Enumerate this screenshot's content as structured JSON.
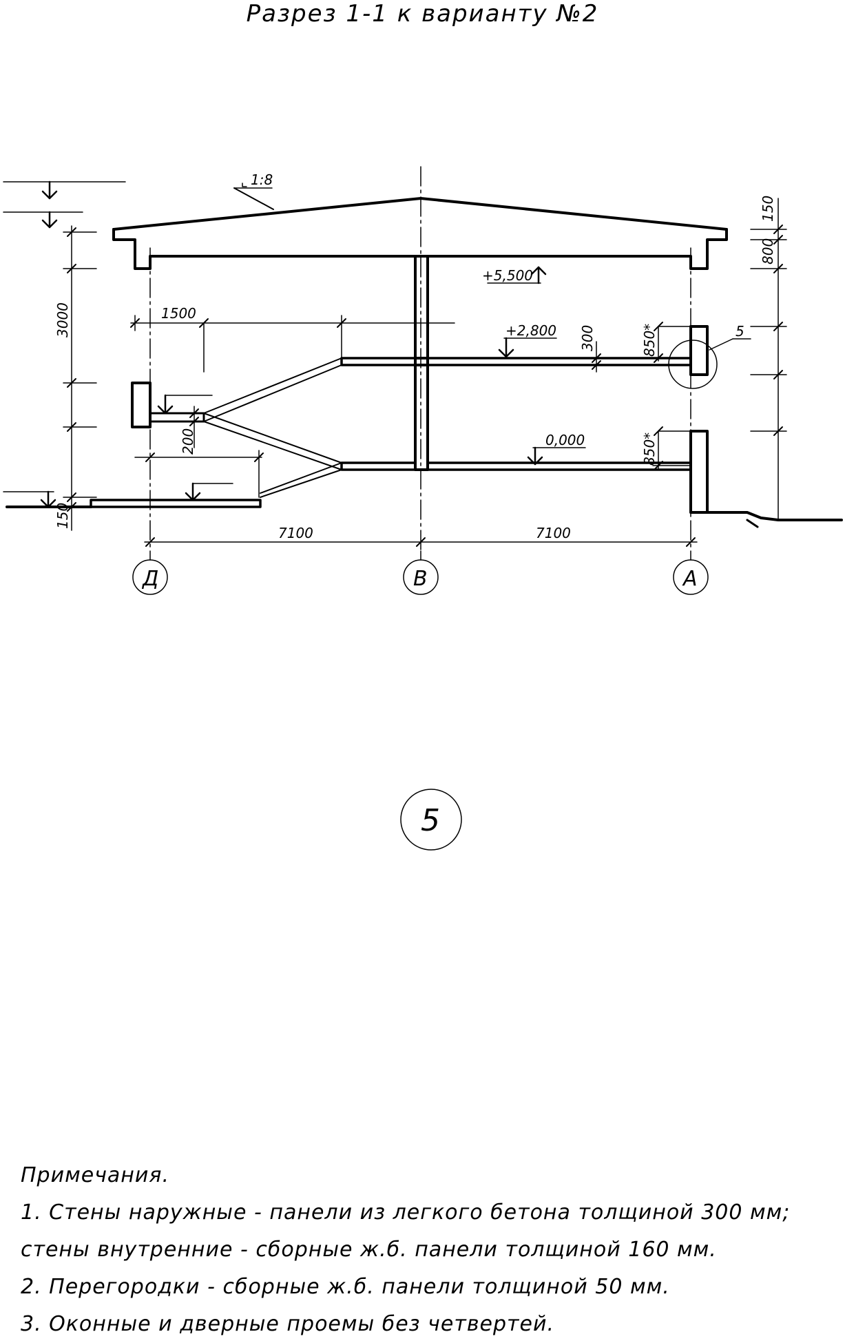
{
  "title": "Разрез 1-1  к варианту №2",
  "drawing": {
    "slope": "1:8",
    "elevations": {
      "top": "+5,500",
      "floor2": "+2,800",
      "floor1": "0,000"
    },
    "dims": {
      "floor_height": "3000",
      "canopy": "1500",
      "step": "200",
      "plinth_left": "150",
      "plinth_right": "150",
      "parapet": "800",
      "slab": "300",
      "sill_upper": "850*",
      "sill_lower": "850*",
      "span_left": "7100",
      "span_right": "7100"
    },
    "callout_ref": "5",
    "axes": [
      "Д",
      "В",
      "А"
    ]
  },
  "detail": {
    "label": "5"
  },
  "notes": {
    "heading": "Примечания.",
    "lines": [
      "1. Стены наружные - панели из легкого бетона толщиной 300 мм;",
      "стены внутренние - сборные ж.б. панели толщиной 160 мм.",
      "2. Перегородки - сборные ж.б. панели толщиной 50 мм.",
      "3. Оконные и дверные проемы без четвертей."
    ]
  }
}
